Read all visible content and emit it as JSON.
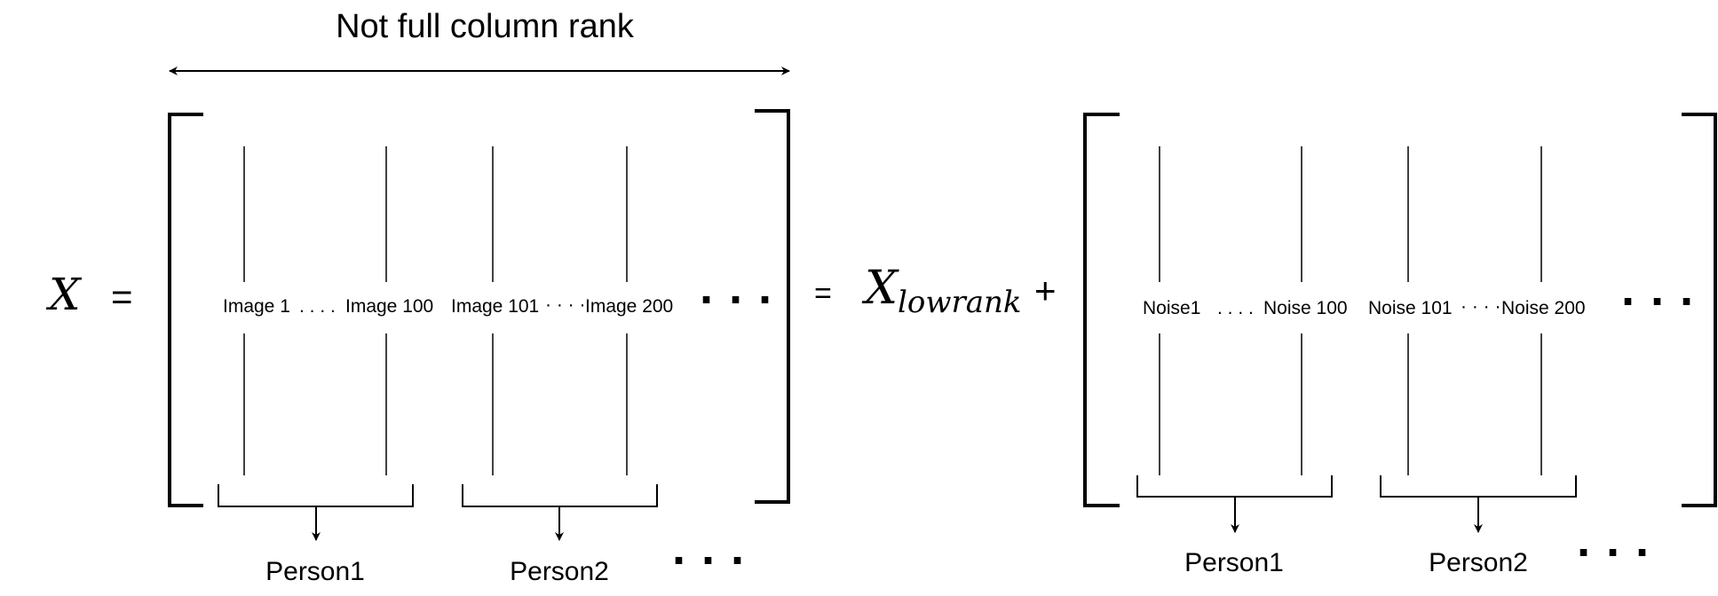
{
  "header": {
    "label": "Not full column rank"
  },
  "equation": {
    "lhs_symbol": "X",
    "equals": "=",
    "lowrank_symbol": "X",
    "lowrank_subscript": "lowrank",
    "plus": "+"
  },
  "left_matrix": {
    "columns": {
      "image_1": "Image 1",
      "dots_1": ". . . .",
      "image_100": "Image 100",
      "image_101": "Image 101",
      "dots_2": "· · · ·",
      "image_200": "Image 200",
      "ellipsis": "· · ·"
    },
    "groups": [
      {
        "label": "Person1"
      },
      {
        "label": "Person2"
      }
    ],
    "groups_ellipsis": "· · ·"
  },
  "right_matrix": {
    "columns": {
      "noise_1": "Noise1",
      "dots_1": ". . . .",
      "noise_100": "Noise 100",
      "noise_101": "Noise 101",
      "dots_2": "· · · ·",
      "noise_200": "Noise 200",
      "ellipsis": "· · ·"
    },
    "groups": [
      {
        "label": "Person1"
      },
      {
        "label": "Person2"
      }
    ],
    "groups_ellipsis": "· · ·"
  }
}
